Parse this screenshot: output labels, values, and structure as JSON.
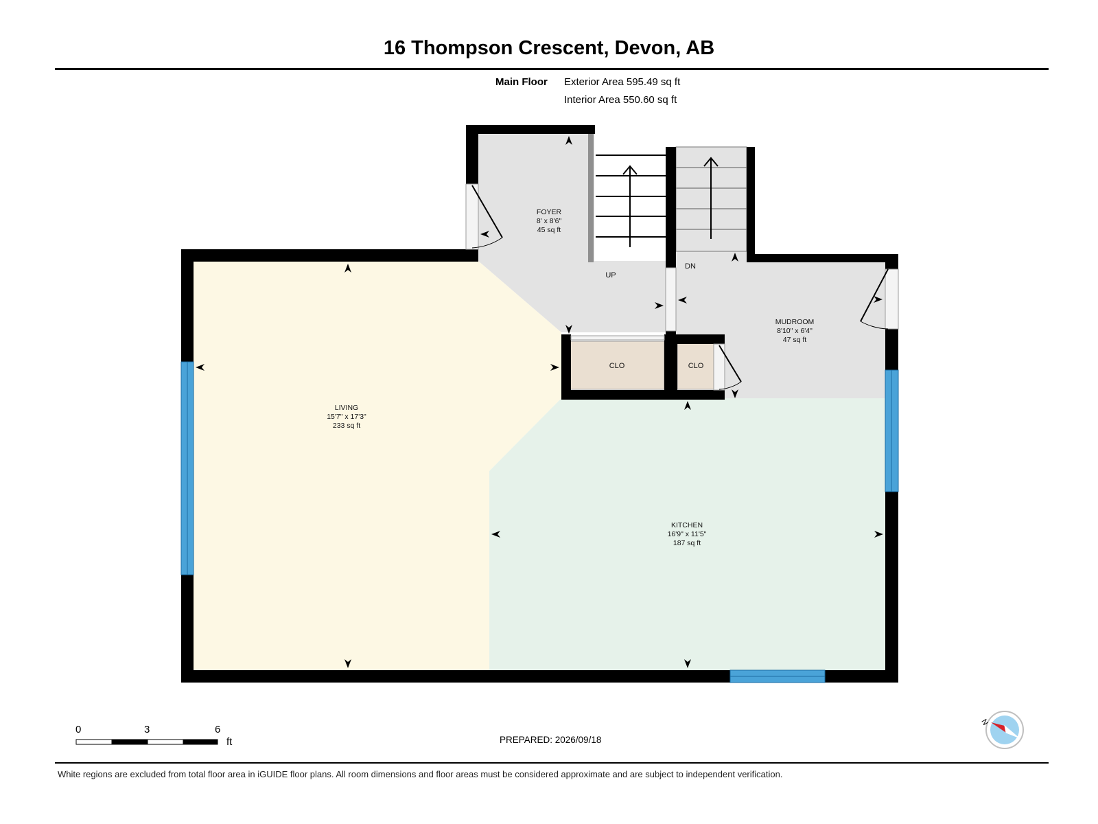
{
  "header": {
    "title": "16 Thompson Crescent, Devon, AB",
    "floor_name": "Main Floor",
    "exterior_area": "Exterior Area 595.49 sq ft",
    "interior_area": "Interior Area 550.60 sq ft"
  },
  "rooms": {
    "foyer": {
      "name": "FOYER",
      "dims": "8' x 8'6\"",
      "area": "45 sq ft"
    },
    "living": {
      "name": "LIVING",
      "dims": "15'7\" x 17'3\"",
      "area": "233 sq ft"
    },
    "mudroom": {
      "name": "MUDROOM",
      "dims": "8'10\" x 6'4\"",
      "area": "47 sq ft"
    },
    "kitchen": {
      "name": "KITCHEN",
      "dims": "16'9\" x 11'5\"",
      "area": "187 sq ft"
    },
    "closet_1": {
      "name": "CLO"
    },
    "closet_2": {
      "name": "CLO"
    }
  },
  "stairs": {
    "up_label": "UP",
    "down_label": "DN"
  },
  "scale": {
    "ticks": [
      "0",
      "3",
      "6"
    ],
    "unit": "ft"
  },
  "compass": {
    "north_label": "N"
  },
  "footer": {
    "prepared": "PREPARED: 2026/09/18",
    "disclaimer": "White regions are excluded from total floor area in iGUIDE floor plans. All room dimensions and floor areas must be considered approximate and are subject to independent verification."
  },
  "colors": {
    "living": "#fdf8e4",
    "kitchen": "#e6f2ea",
    "hall": "#e3e3e3",
    "closet": "#eadfd1",
    "wall": "#000000",
    "window": "#4aa3d8"
  }
}
